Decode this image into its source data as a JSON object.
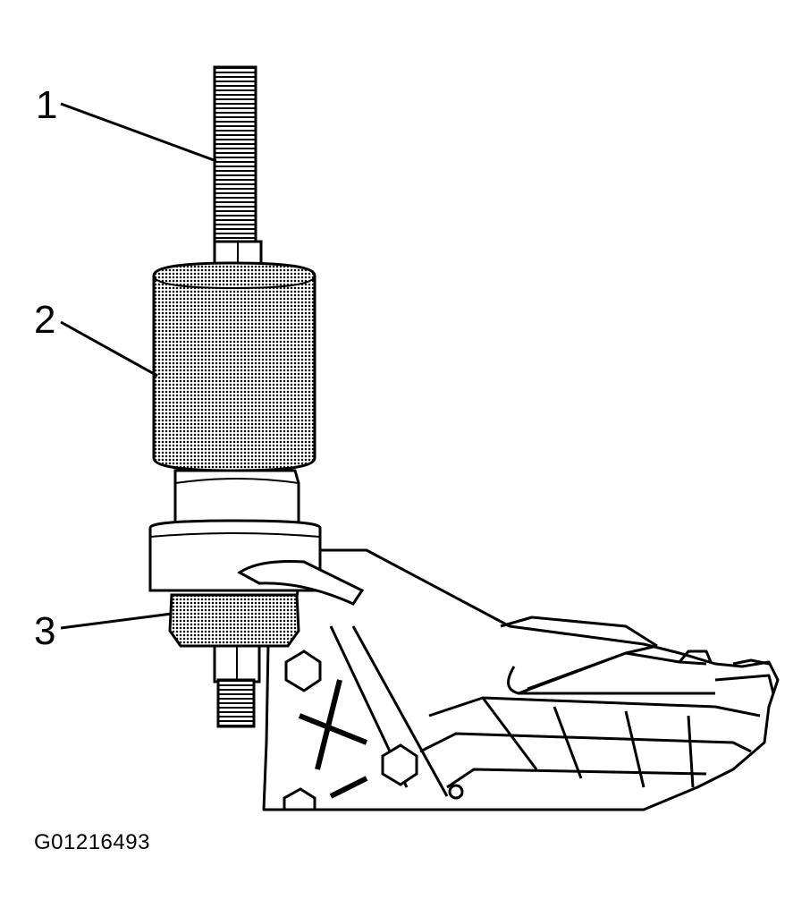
{
  "callouts": [
    {
      "id": "1"
    },
    {
      "id": "2"
    },
    {
      "id": "3"
    }
  ],
  "figure_id": "G01216493",
  "colors": {
    "ink": "#000000",
    "background": "#ffffff"
  }
}
